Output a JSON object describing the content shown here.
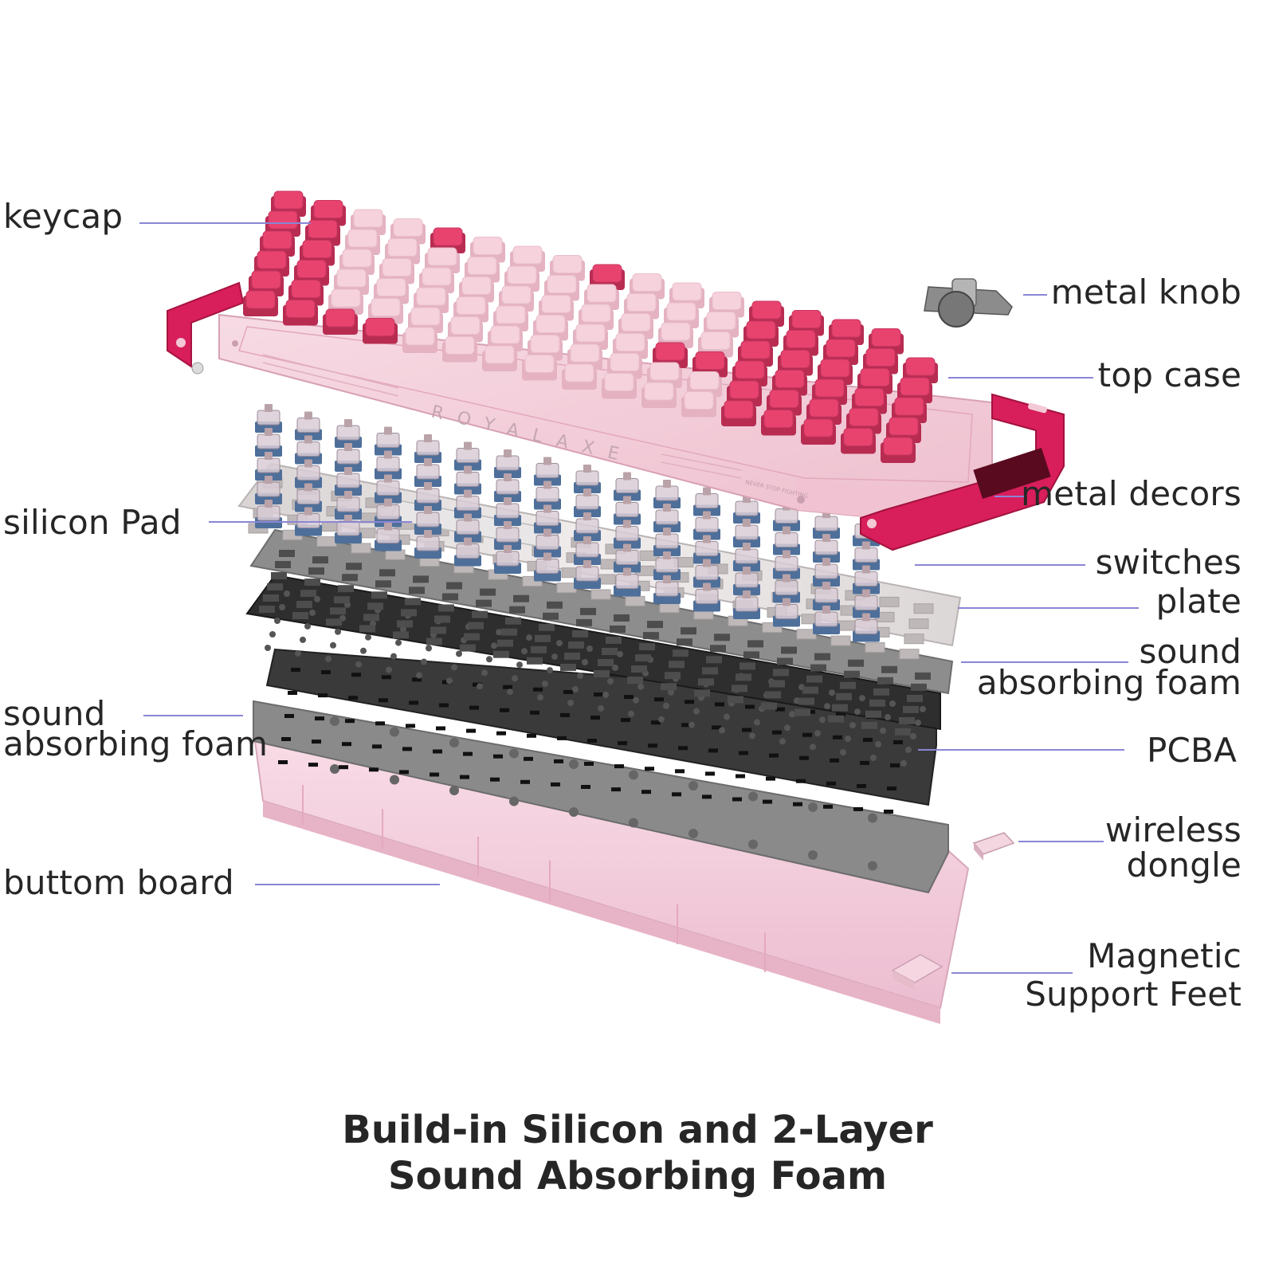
{
  "labels": {
    "keycap": "keycap",
    "silicon_pad": "silicon Pad",
    "foam_left_line1": "sound",
    "foam_left_line2": "absorbing foam",
    "bottom_board": "buttom board",
    "metal_knob": "metal knob",
    "top_case": "top case",
    "metal_decors": "metal decors",
    "switches": "switches",
    "plate": "plate",
    "foam_right_line1": "sound",
    "foam_right_line2": "absorbing foam",
    "pcba": "PCBA",
    "dongle_line1": "wireless",
    "dongle_line2": "dongle",
    "feet_line1": "Magnetic",
    "feet_line2": "Support Feet"
  },
  "branding": {
    "case_logo": "ROYALAXE",
    "case_slogan": "NEVER STOP FIGHTING"
  },
  "caption": {
    "line1": "Build-in Silicon and 2-Layer",
    "line2": "Sound Absorbing Foam"
  },
  "colors": {
    "leader_line": "#8a86d6",
    "keycap_hot_pink": "#e8436f",
    "keycap_light_pink": "#f6d2dc",
    "case_pink": "#f4c9d7",
    "metal_red": "#d81e5b",
    "foam_gray": "#7a7a7a",
    "pcb_black": "#333333",
    "switch_blue": "#4e6f9a"
  }
}
